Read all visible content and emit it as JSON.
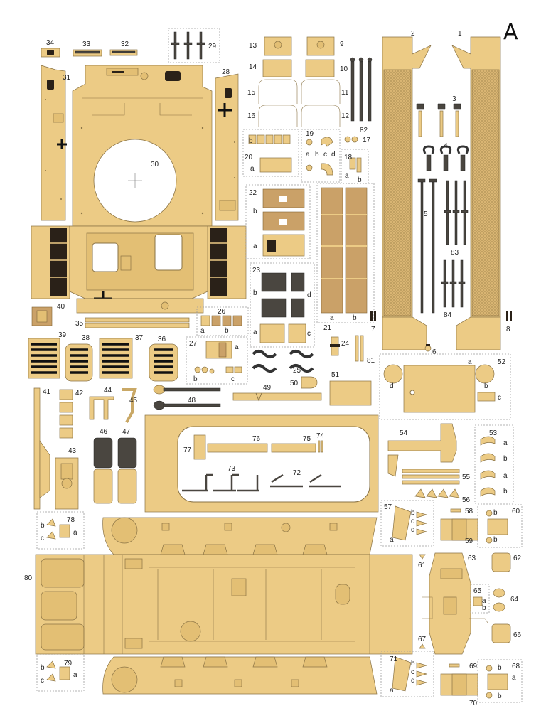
{
  "sheet": {
    "letter": "A"
  },
  "parts": {
    "p1": "1",
    "p2": "2",
    "p3": "3",
    "p4": "4",
    "p5": "5",
    "p6": "6",
    "p7": "7",
    "p8": "8",
    "p9": "9",
    "p10": "10",
    "p11": "11",
    "p12": "12",
    "p13": "13",
    "p14": "14",
    "p15": "15",
    "p16": "16",
    "p17": "17",
    "p18": "18",
    "p19": "19",
    "p20": "20",
    "p21": "21",
    "p22": "22",
    "p23": "23",
    "p24": "24",
    "p25": "25",
    "p26": "26",
    "p27": "27",
    "p28": "28",
    "p29": "29",
    "p30": "30",
    "p31": "31",
    "p32": "32",
    "p33": "33",
    "p34": "34",
    "p35": "35",
    "p36": "36",
    "p37": "37",
    "p38": "38",
    "p39": "39",
    "p40": "40",
    "p41": "41",
    "p42": "42",
    "p43": "43",
    "p44": "44",
    "p45": "45",
    "p46": "46",
    "p47": "47",
    "p48": "48",
    "p49": "49",
    "p50": "50",
    "p51": "51",
    "p52": "52",
    "p53": "53",
    "p54": "54",
    "p55": "55",
    "p56": "56",
    "p57": "57",
    "p58": "58",
    "p59": "59",
    "p60": "60",
    "p61": "61",
    "p62": "62",
    "p63": "63",
    "p64": "64",
    "p65": "65",
    "p66": "66",
    "p67": "67",
    "p68": "68",
    "p69": "69",
    "p70": "70",
    "p71": "71",
    "p72": "72",
    "p73": "73",
    "p74": "74",
    "p75": "75",
    "p76": "76",
    "p77": "77",
    "p78": "78",
    "p79": "79",
    "p80": "80",
    "p81": "81",
    "p82": "82",
    "p83": "83",
    "p84": "84"
  },
  "subs": {
    "a": "a",
    "b": "b",
    "c": "c",
    "d": "d"
  },
  "colors": {
    "paper": "#eccb85",
    "outline": "#8a7345",
    "dark": "#2a2118",
    "wood": "#caa168",
    "steel": "#4a4640"
  }
}
